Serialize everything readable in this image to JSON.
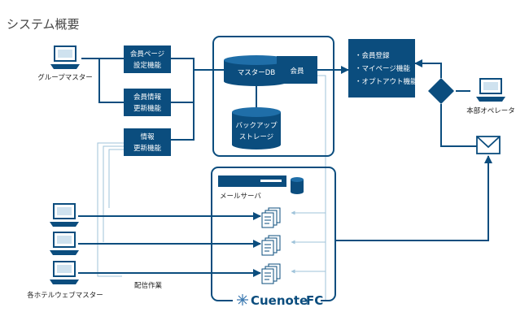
{
  "title": "システム概要",
  "nodes": {
    "group_master": "グループマスター",
    "hotel_master": "各ホテルウェブマスター",
    "honbu_operator": "本部オペレータ",
    "member_page": [
      "会員ページ",
      "設定機能"
    ],
    "member_info": [
      "会員情報",
      "更新機能"
    ],
    "info_update": [
      "情報",
      "更新機能"
    ],
    "master_db": "マスターDB",
    "member": "会員",
    "backup": [
      "バックアップ",
      "ストレージ"
    ],
    "mail_server": "メールサーバ",
    "haishin": "配信作業"
  },
  "features": [
    "・会員登録",
    "・マイページ機能",
    "・オプトアウト機能"
  ],
  "logo": {
    "text": "Cuenote",
    "suffix": "FC"
  },
  "colors": {
    "primary": "#0b4d7e",
    "accent": "#1f6ea8",
    "thin": "#9fc3da"
  }
}
